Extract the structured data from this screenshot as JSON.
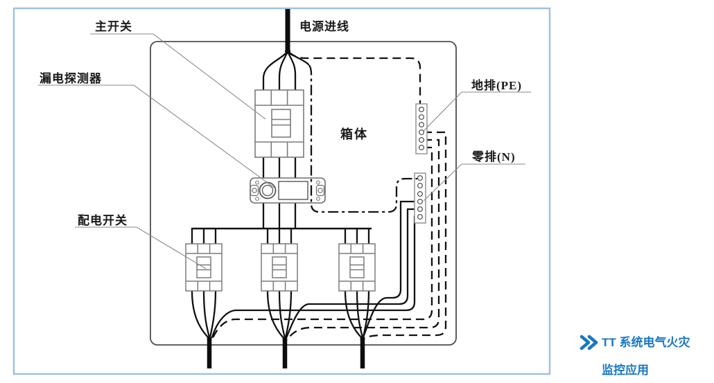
{
  "figure": {
    "type": "electrical-wiring-diagram",
    "labels": {
      "main_switch": "主开关",
      "power_inlet": "电源进线",
      "leakage_detector": "漏电探测器",
      "cabinet": "箱体",
      "ground_bar_pe": "地排(PE)",
      "neutral_bar_n": "零排(N)",
      "distribution_switch": "配电开关"
    },
    "colors": {
      "frame": "#9cc1e1",
      "cabinet_outline": "#4d4d4d",
      "wire": "#111111",
      "device_outline": "#7b7b7b",
      "leader_line": "#8a8a8a"
    }
  },
  "caption": {
    "icon": "double-chevron-right",
    "line1": "TT 系统电气火灾",
    "line2": "监控应用",
    "color": "#1878c0"
  }
}
